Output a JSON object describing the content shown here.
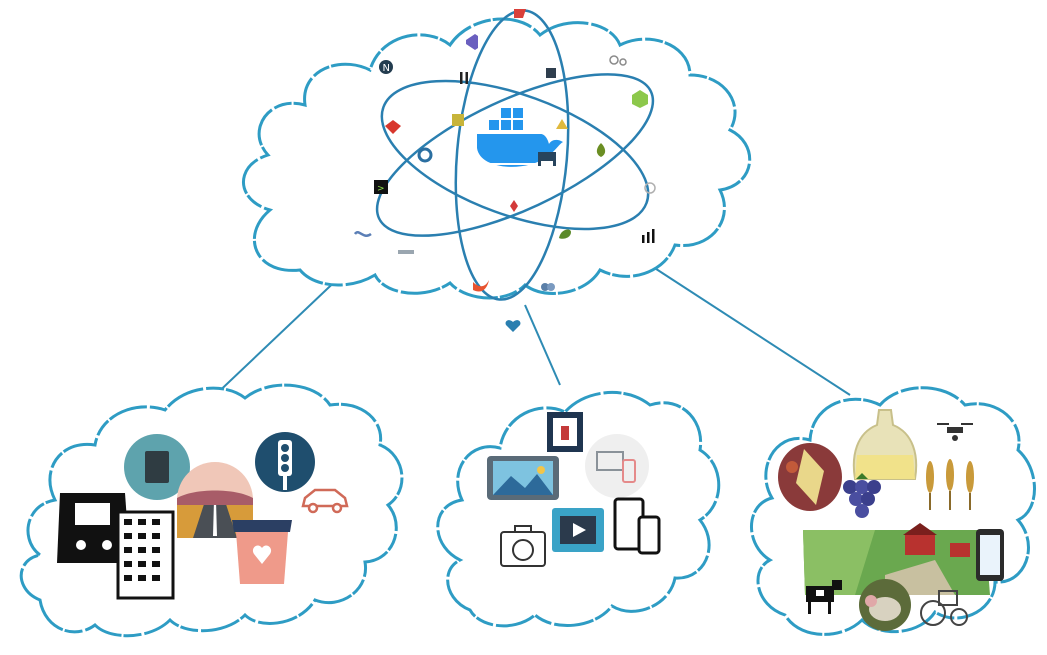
{
  "colors": {
    "cloud_outline": "#2e9cc4",
    "orbit": "#2a7fb0",
    "connector": "#2e8bb4",
    "docker_blue": "#2496ed",
    "background": "#ffffff"
  },
  "core": {
    "name": "docker-whale-logo",
    "orbit_nodes": [
      "logstash-icon",
      "visual-studio-icon",
      "nginx-icon",
      "redis-icon",
      "pause-icon",
      "dark-square-icon",
      "network-icon",
      "node-icon",
      "elixir-icon",
      "terminal-icon",
      "yellow-square-icon",
      "gear-icon",
      "arrow-icon",
      "wave-icon",
      "small-text-icon",
      "swift-icon",
      "red-diamond-icon",
      "leaf-icon",
      "butterfly-icon",
      "circle-icon",
      "signal-icon",
      "heart-icon"
    ]
  },
  "clusters": {
    "left": {
      "theme": "smart-city",
      "icons": [
        "train-icon",
        "recycle-bin-icon",
        "road-icon",
        "traffic-light-icon",
        "car-icon",
        "building-icon",
        "coffee-cup-icon"
      ]
    },
    "middle": {
      "theme": "media-devices",
      "icons": [
        "photo-frame-icon",
        "image-tablet-icon",
        "devices-icon",
        "camera-icon",
        "video-player-icon",
        "phone-tablet-icon"
      ]
    },
    "right": {
      "theme": "smart-agriculture",
      "icons": [
        "produce-icon",
        "oil-bottle-icon",
        "drone-icon",
        "grapes-icon",
        "wheat-icon",
        "farm-field-icon",
        "smartphone-icon",
        "cow-icon",
        "sheep-icon",
        "tractor-icon"
      ]
    }
  }
}
